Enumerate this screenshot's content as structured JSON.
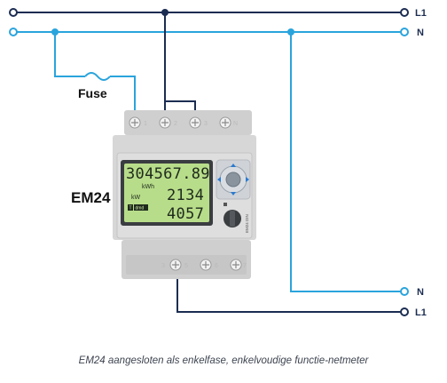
{
  "colors": {
    "line_wire": "#1c2d52",
    "neutral_wire": "#2aa4dc",
    "meter_body": "#d4d4d4",
    "lcd_green": "#b8dd8a"
  },
  "wires": {
    "top_line_label": "L1",
    "top_neutral_label": "N",
    "bottom_neutral_label": "N",
    "bottom_line_label": "L1"
  },
  "fuse": {
    "label": "Fuse"
  },
  "meter": {
    "model_label": "EM24",
    "display": {
      "row1": "304567.89",
      "unit1": "kWh",
      "unit2": "kW",
      "row2": "2134",
      "tag_left": "T",
      "tag_right": "dmd",
      "row3": "4057"
    },
    "top_terminals": [
      "1",
      "2",
      "3",
      "N"
    ],
    "bottom_terminals": [
      "3",
      "5",
      "6",
      "7"
    ],
    "side_text": "EM24 DIN"
  },
  "caption": "EM24 aangesloten als enkelfase, enkelvoudige functie-netmeter"
}
